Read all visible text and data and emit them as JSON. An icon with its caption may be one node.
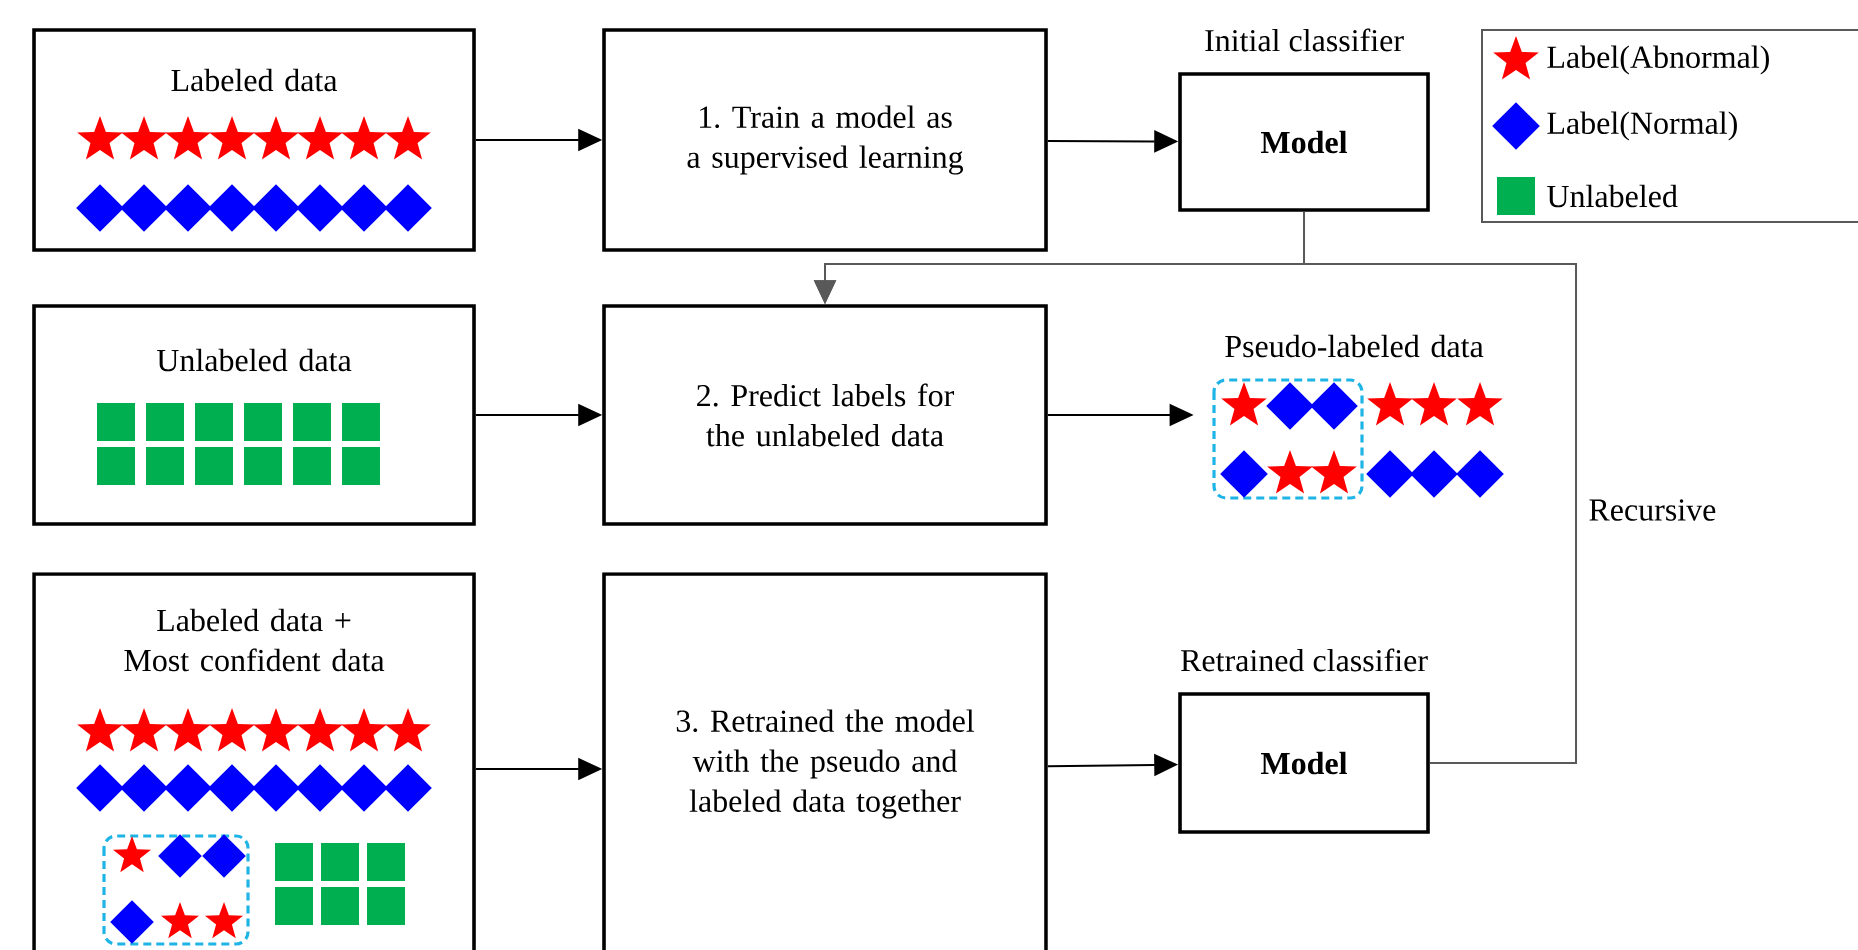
{
  "diagram": {
    "nodes": [
      {
        "text": [
          "Labeled data"
        ]
      },
      {
        "text": [
          "1. Train a model as a supervised learning"
        ]
      },
      {
        "text": [
          "Model"
        ],
        "beside": [
          "Initial classifier"
        ]
      },
      {
        "text": [
          "Unlabeled data"
        ]
      },
      {
        "text": [
          "2. Predict labels for the unlabeled data"
        ]
      },
      {
        "text": [
          "Pseudo-labeled data"
        ]
      },
      {
        "text": [
          "Labeled data + Most confident data"
        ]
      },
      {
        "text": [
          "3. Retrained the model with the pseudo and labeled data together"
        ]
      },
      {
        "text": [
          "Model"
        ],
        "beside": [
          "Retrained classifier"
        ]
      }
    ],
    "edges": [
      {
        "from": 0,
        "to": 1,
        "arrow": "to"
      },
      {
        "from": 1,
        "to": 2,
        "arrow": "to"
      },
      {
        "from": 3,
        "to": 4,
        "arrow": "to"
      },
      {
        "from": 4,
        "to": 5,
        "arrow": "to"
      },
      {
        "from": 6,
        "to": 7,
        "arrow": "to"
      },
      {
        "from": 7,
        "to": 8,
        "arrow": "to"
      },
      {
        "from": 2,
        "to": 4,
        "arrow": "to",
        "color": "#595959"
      },
      {
        "from": 8,
        "to": 4,
        "arrow": "to",
        "label": "Recursive",
        "color": "#595959"
      }
    ],
    "legend": [
      {
        "text": "Label(Abnormal)"
      },
      {
        "text": "Label(Normal)"
      },
      {
        "text": "Unlabeled",
        "color": "#00b050"
      }
    ]
  }
}
